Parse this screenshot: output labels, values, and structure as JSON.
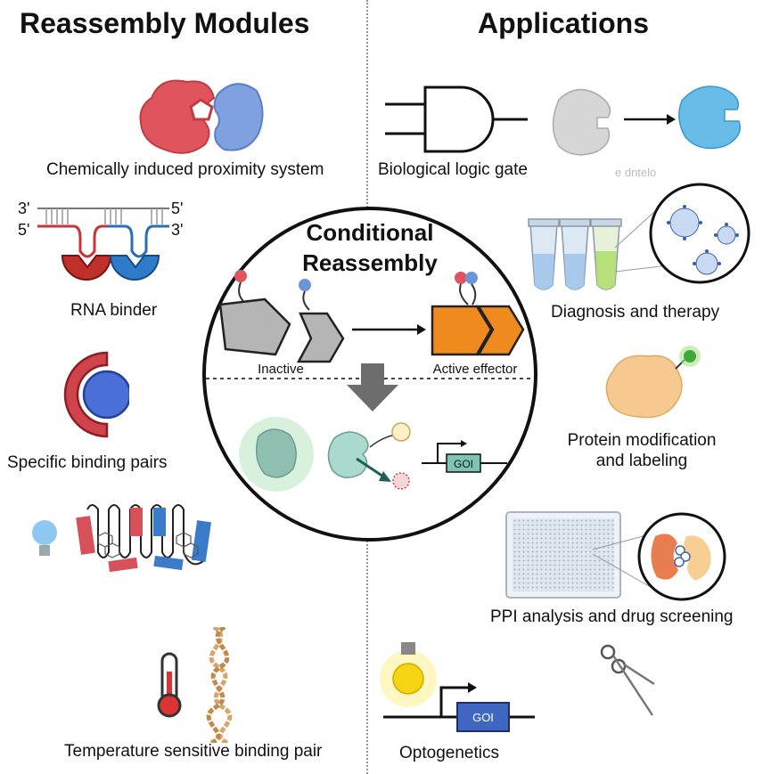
{
  "left_title": "Reassembly Modules",
  "right_title": "Applications",
  "left_modules": [
    "Chemically induced proximity system",
    "RNA binder",
    "Specific binding pairs",
    "Temperature sensitive binding pair"
  ],
  "rna_labels": {
    "top_left": "3'",
    "top_right": "5'",
    "bottom_left": "5'",
    "bottom_right": "3'"
  },
  "center": {
    "title_line1": "Conditional",
    "title_line2": "Reassembly",
    "inactive": "Inactive",
    "active": "Active effector",
    "goi": "GOI"
  },
  "applications": [
    "Biological logic gate",
    "Diagnosis and therapy",
    "Protein modification",
    "and labeling",
    "PPI analysis and drug screening",
    "Optogenetics"
  ],
  "logic_gate_faint": "e dntelo",
  "opto_goi": "GOI"
}
